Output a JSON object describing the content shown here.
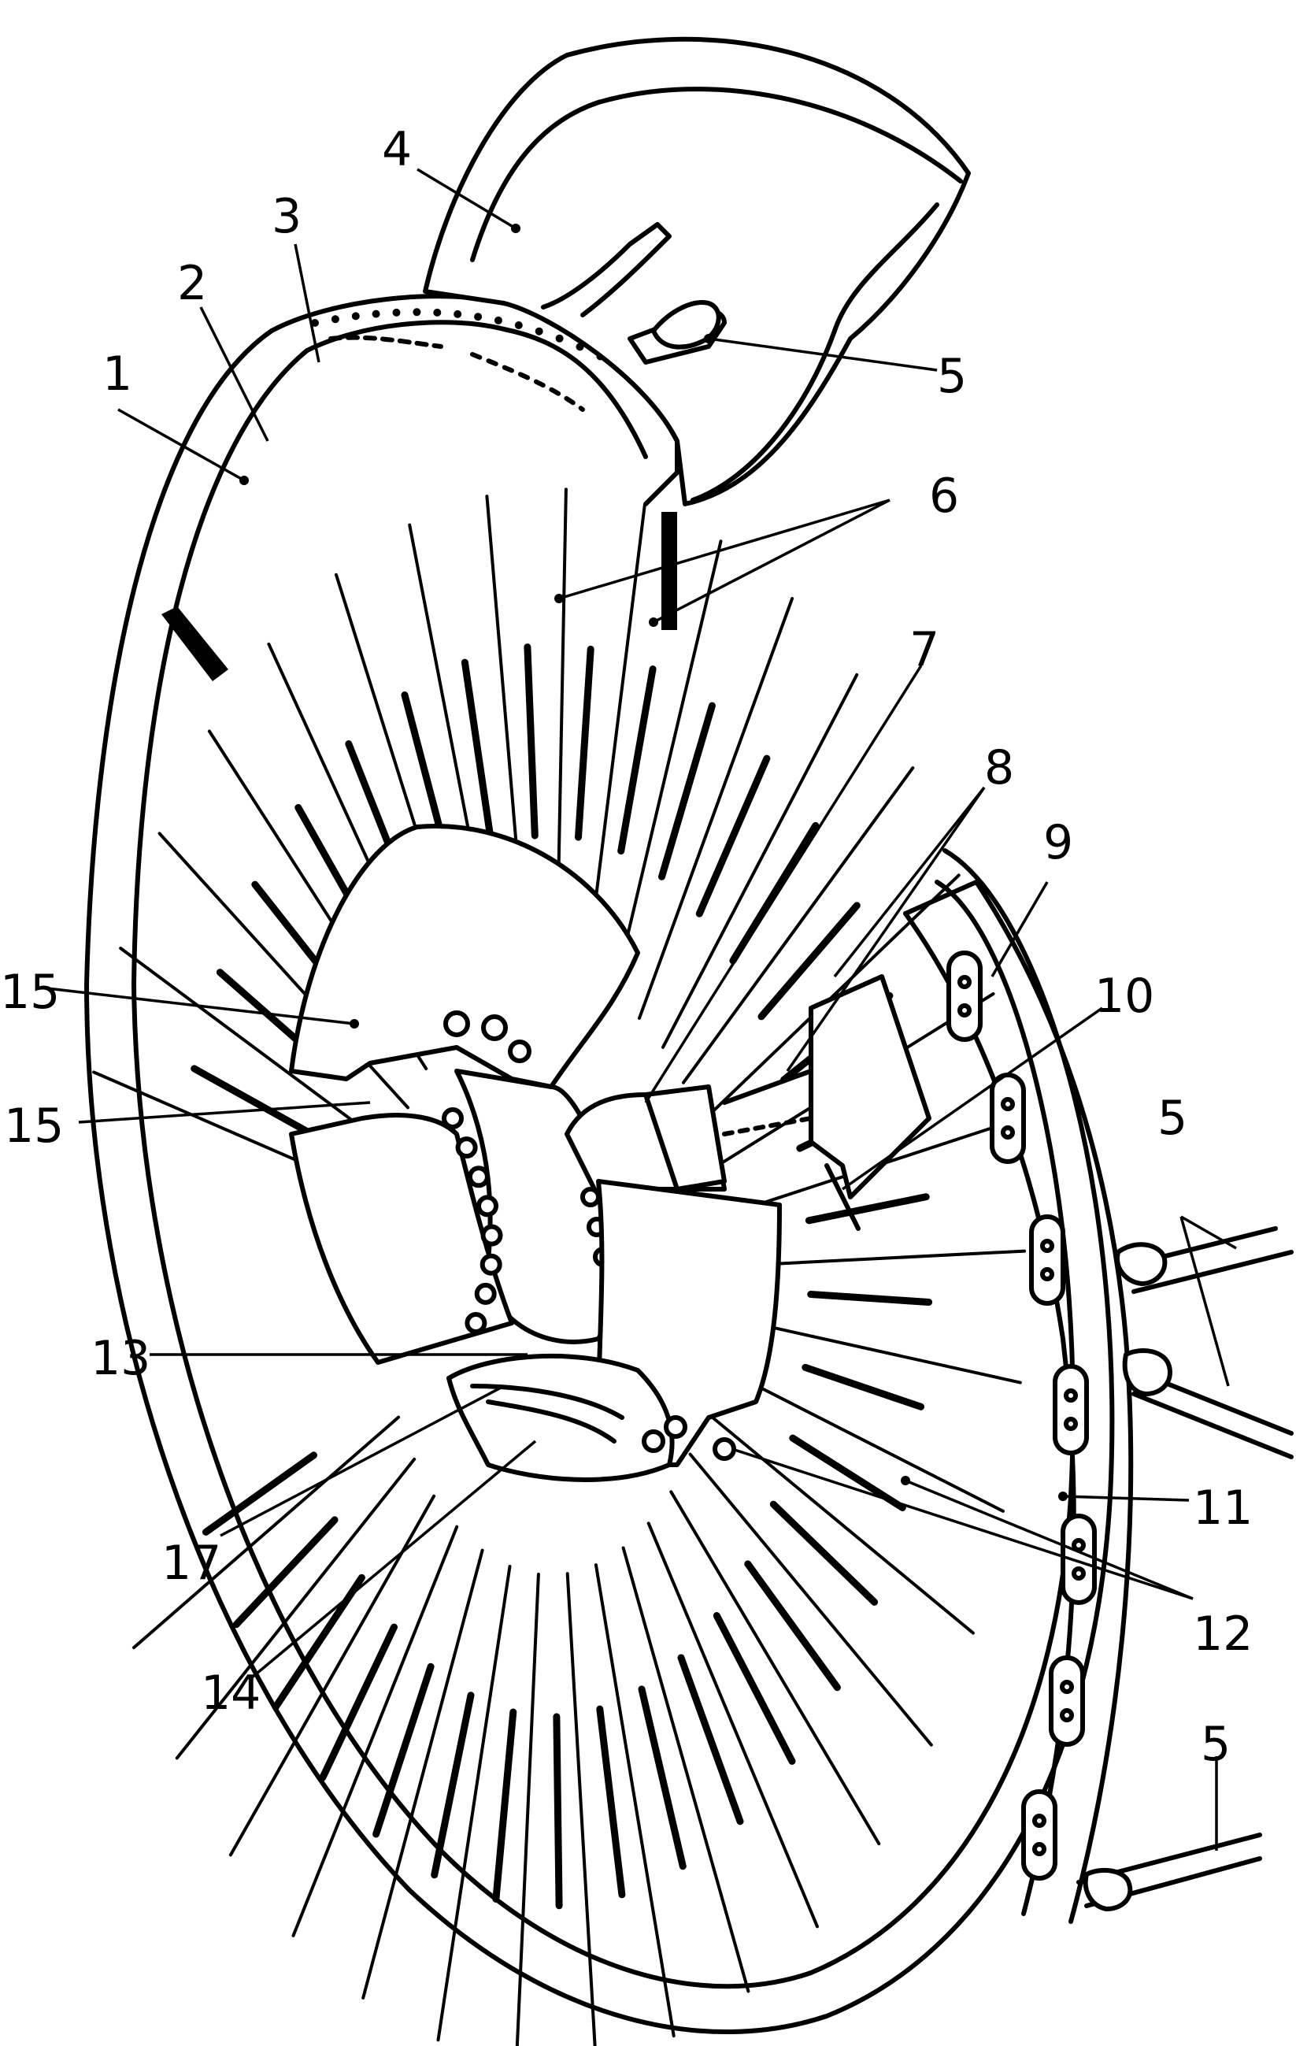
{
  "labels": {
    "l1": "1",
    "l2": "2",
    "l3": "3",
    "l4": "4",
    "l5a": "5",
    "l5b": "5",
    "l5c": "5",
    "l6": "6",
    "l7": "7",
    "l8": "8",
    "l9": "9",
    "l10": "10",
    "l11": "11",
    "l12": "12",
    "l13": "13",
    "l14": "14",
    "l15": "15",
    "l16": "15",
    "l17": "17"
  }
}
